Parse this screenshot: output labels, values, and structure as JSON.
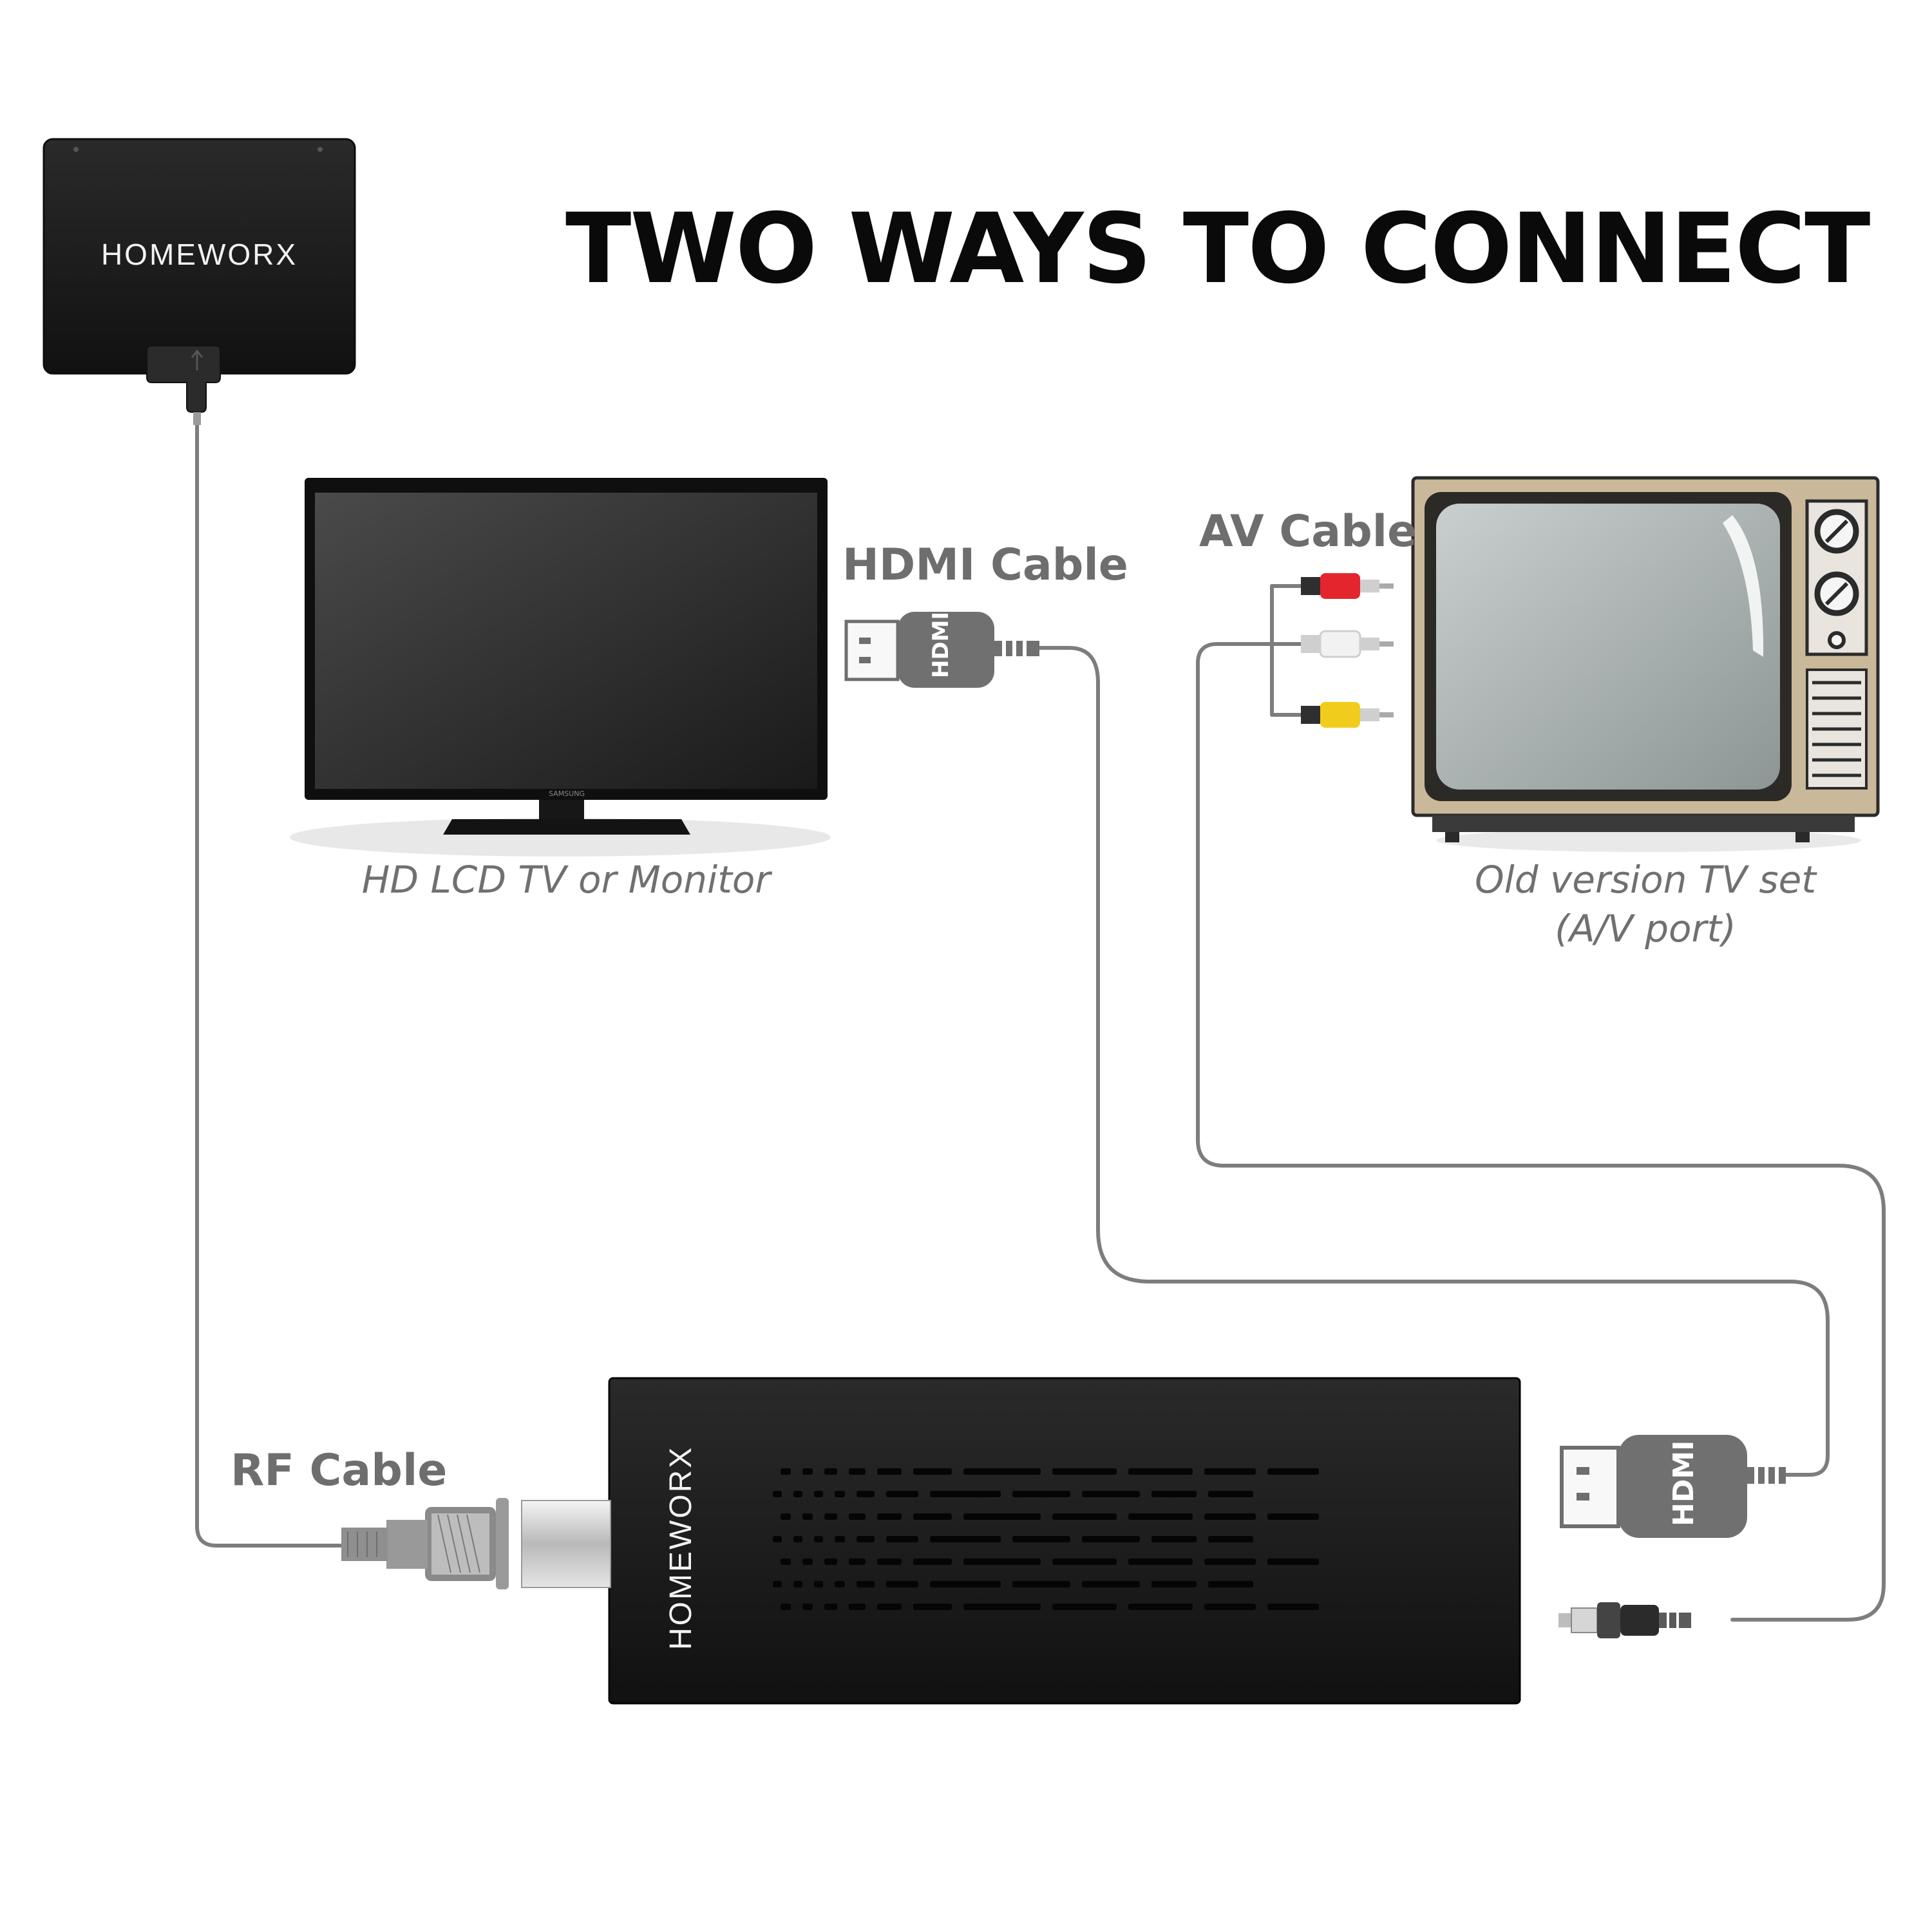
{
  "title": "TWO WAYS TO CONNECT",
  "antenna": {
    "brand": "HOMEWORX"
  },
  "tuner": {
    "brand": "HOMEWORX"
  },
  "hd_tv": {
    "badge": "SAMSUNG",
    "caption": "HD LCD TV or Monitor"
  },
  "old_tv": {
    "caption_line1": "Old version TV set",
    "caption_line2": "(A/V port)"
  },
  "cables": {
    "hdmi": "HDMI Cable",
    "av": "AV Cable",
    "rf": "RF Cable",
    "hdmi_plug_text": "HDMI"
  },
  "colors": {
    "cable": "#7d7d7d",
    "device": "#1b1b1b",
    "old_tv_wood": "#c9b99a",
    "av_red": "#e3262e",
    "av_white": "#f0f0f0",
    "av_yellow": "#f2cc1c"
  }
}
